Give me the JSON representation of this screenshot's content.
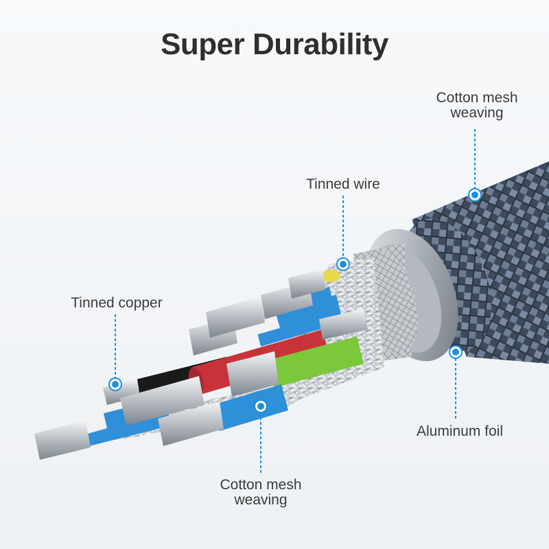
{
  "title": "Super Durability",
  "labels": {
    "cotton_mesh_top": [
      "Cotton mesh",
      "weaving"
    ],
    "tinned_wire": "Tinned wire",
    "tinned_copper": "Tinned copper",
    "aluminum_foil": "Aluminum foil",
    "cotton_mesh_bottom": [
      "Cotton mesh",
      "weaving"
    ]
  },
  "colors": {
    "accent": "#1d8fe0",
    "title": "#2f2f2f",
    "wire_blue": "#2f8fd8",
    "wire_green": "#7bc83a",
    "wire_red": "#c8333a",
    "wire_black": "#1a1a1a",
    "wire_white": "#f2f2f2",
    "wire_yellow": "#e8d84a",
    "braid": "#4b5a6e"
  }
}
